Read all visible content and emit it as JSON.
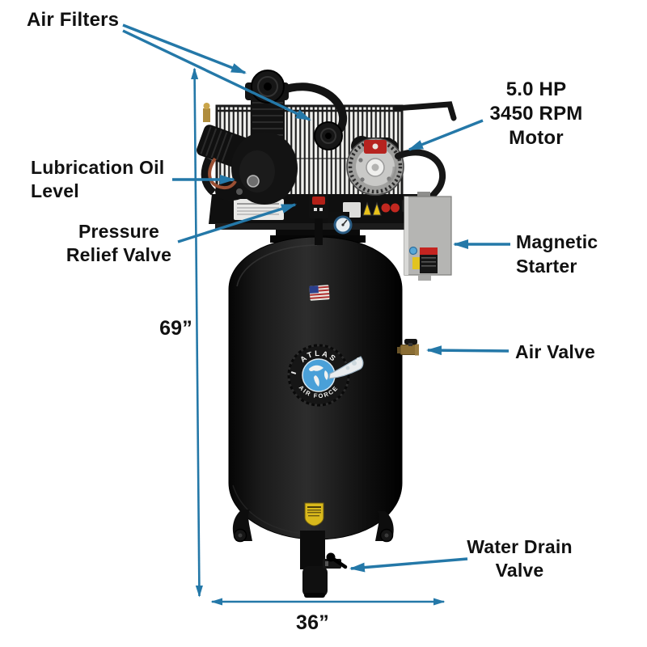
{
  "background_color": "#ffffff",
  "annotation": {
    "arrow_color": "#2478a8",
    "text_color": "#111111"
  },
  "product_colors": {
    "tank": "#0b0b0b",
    "magnetic_starter_box": "#b5b5b3",
    "logo_globe_blue": "#4aa0d8",
    "warning_label_yellow": "#d9b91c"
  },
  "callouts": {
    "air_filters": {
      "label": "Air Filters"
    },
    "motor": {
      "line1": "5.0 HP",
      "line2": "3450 RPM",
      "line3": "Motor"
    },
    "lubrication_oil": {
      "line1": "Lubrication Oil",
      "line2": "Level"
    },
    "pressure_relief": {
      "line1": "Pressure",
      "line2": "Relief Valve"
    },
    "magnetic_starter": {
      "line1": "Magnetic",
      "line2": "Starter"
    },
    "air_valve": {
      "label": "Air Valve"
    },
    "water_drain": {
      "line1": "Water Drain",
      "line2": "Valve"
    }
  },
  "dimensions": {
    "height": "69”",
    "width": "36”"
  },
  "branding": {
    "badge_top": "ATLAS",
    "badge_bottom": "AIR FORCE"
  }
}
